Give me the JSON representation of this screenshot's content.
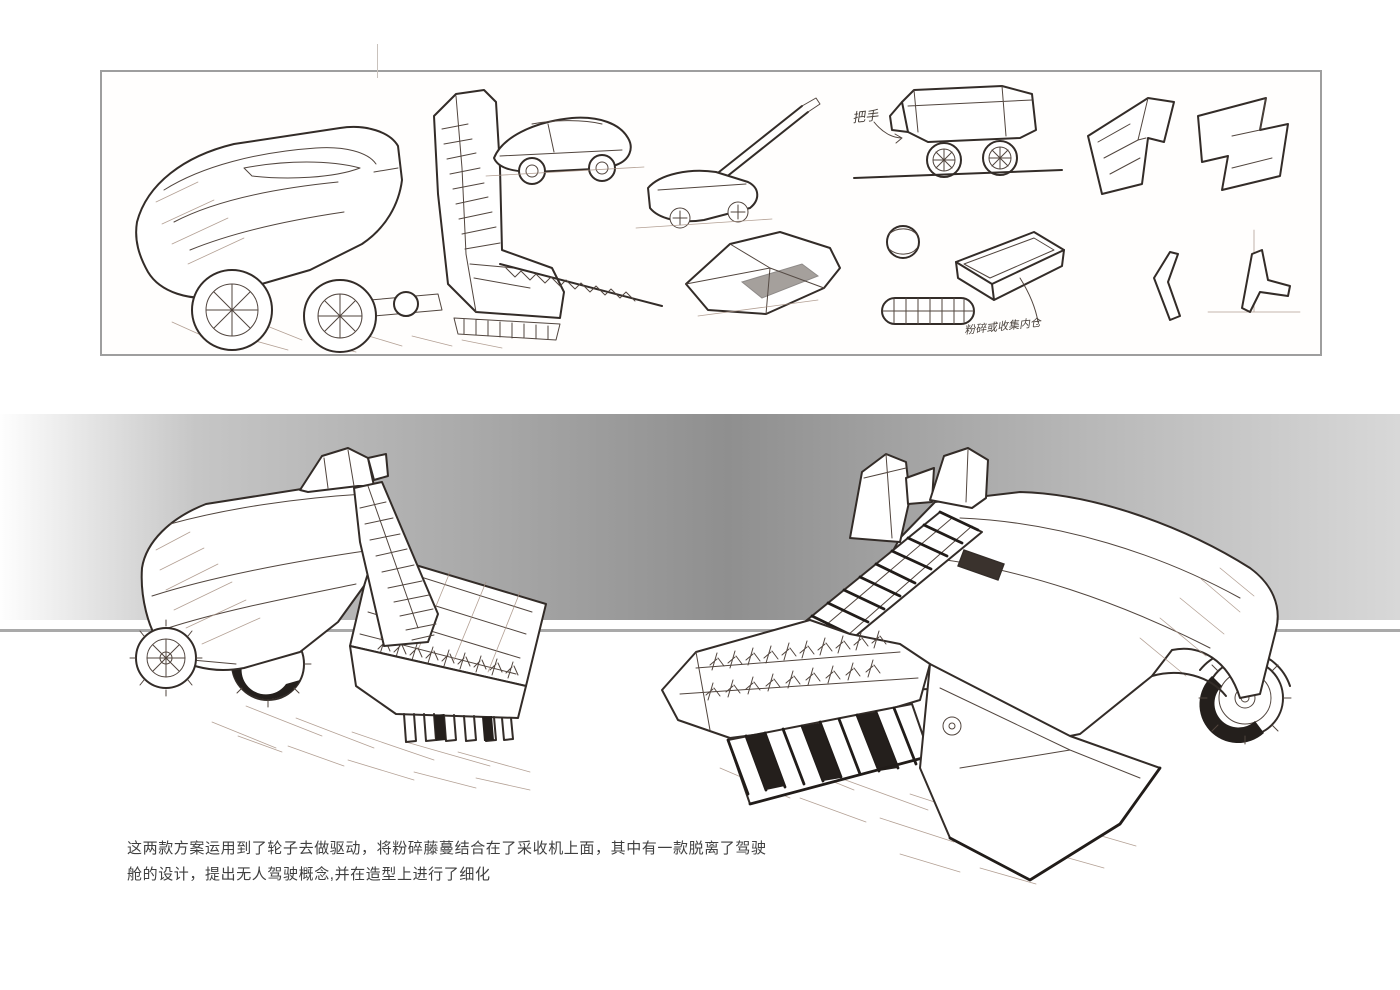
{
  "page": {
    "background": "#ffffff"
  },
  "top_panel": {
    "border_color": "#9e9e9e",
    "annotations": [
      {
        "text": "把手"
      },
      {
        "text": "粉碎或收集内仓"
      }
    ]
  },
  "band": {
    "left": "#fefefe",
    "mid1": "#c6c6c6",
    "mid2": "#8f8f8f",
    "mid3": "#b8b8b8",
    "right": "#d8d8d8",
    "divider_color": "#a9a9a9"
  },
  "caption": {
    "line1": "这两款方案运用到了轮子去做驱动，将粉碎藤蔓结合在了采收机上面，其中有一款脱离了驾驶",
    "line2": "舱的设计，提出无人驾驶概念,并在造型上进行了细化",
    "color": "#3f3f3f"
  },
  "sketches": {
    "top_row": [
      "harvester-side-view",
      "concept-car-side",
      "walk-behind-mower",
      "hand-cart",
      "duct-forms",
      "wedge-vehicle",
      "ball",
      "collection-tray",
      "ribbed-roller",
      "bracket-parts"
    ],
    "main": [
      "harvester-rear-left-view",
      "harvester-front-right-view"
    ]
  }
}
